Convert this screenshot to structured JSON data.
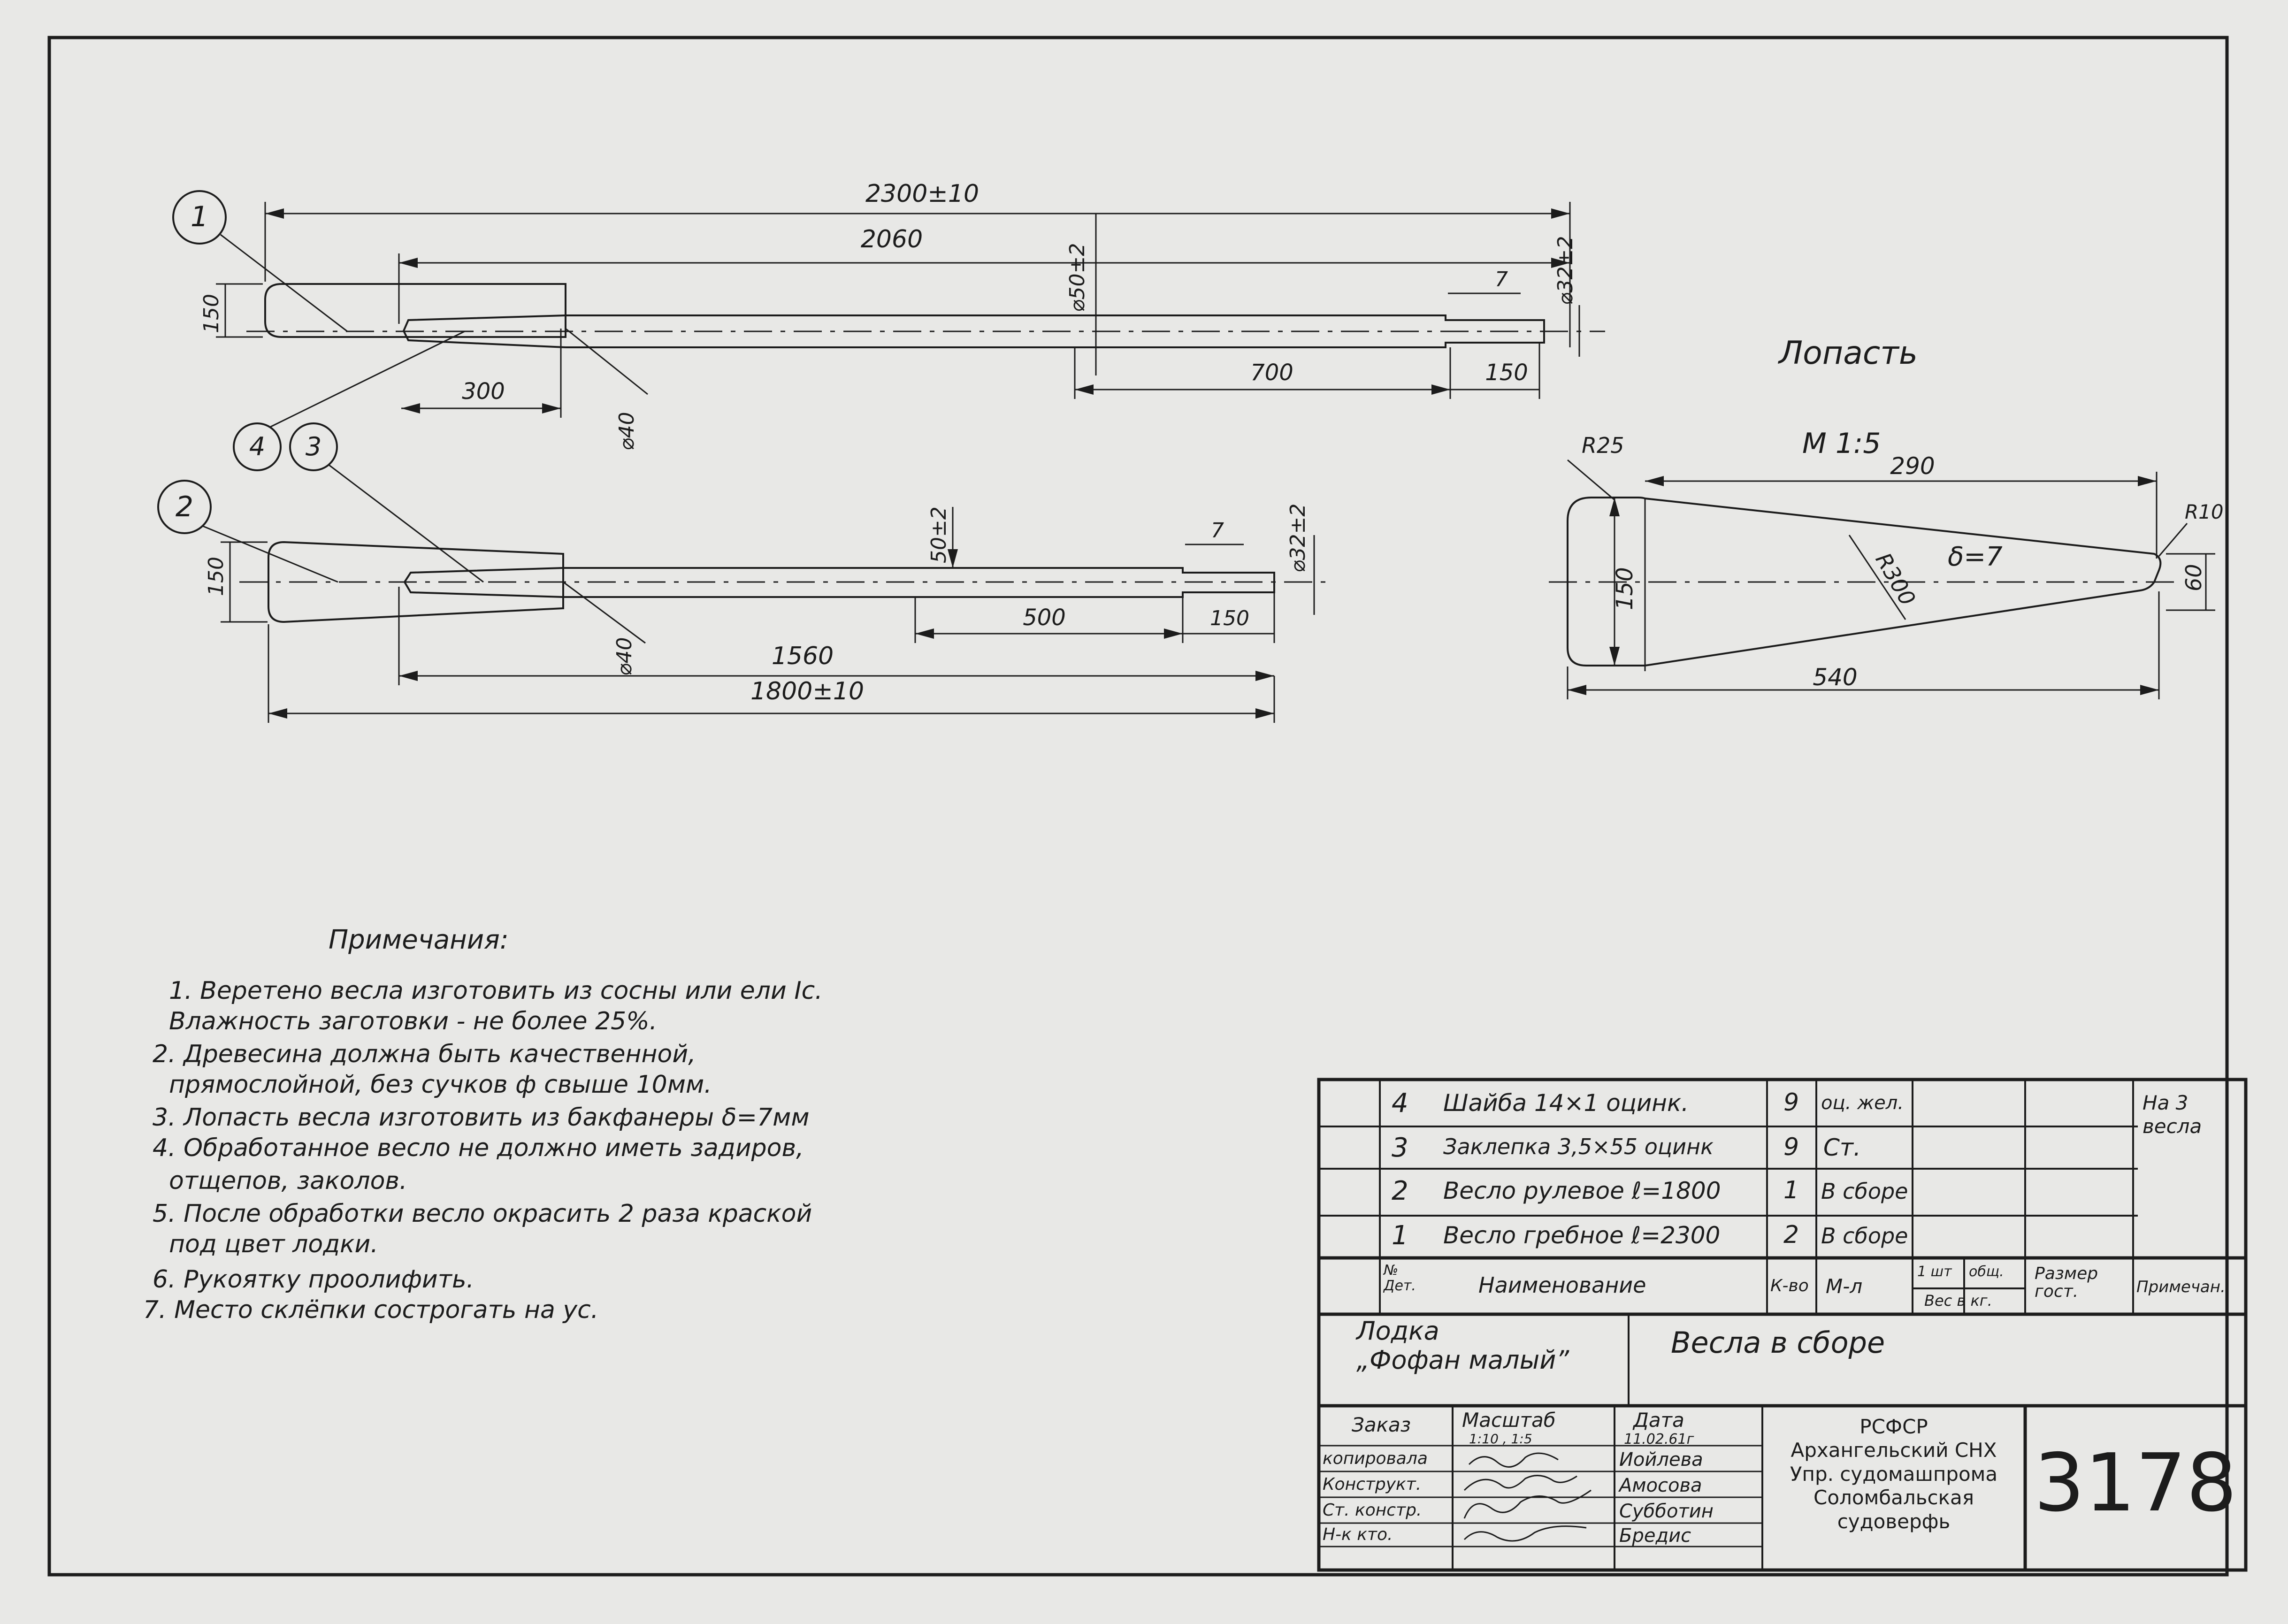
{
  "drawing": {
    "oar1": {
      "callout": "1",
      "total_length": "2300±10",
      "shaft_length": "2060",
      "shaft_dia": "⌀50±2",
      "handle_dia": "⌀32±2",
      "handle_step": "7",
      "blade_width": "150",
      "blade_length": "300",
      "neck_dia": "⌀40",
      "seg_700": "700",
      "seg_150": "150"
    },
    "oar2": {
      "callout": "2",
      "total_length": "1800±10",
      "shaft_length": "1560",
      "shaft_dia": "50±2",
      "handle_dia": "⌀32±2",
      "handle_step": "7",
      "blade_width": "150",
      "neck_dia": "⌀40",
      "seg_500": "500",
      "seg_150": "150"
    },
    "callouts_shared": [
      "4",
      "3"
    ],
    "blade_detail": {
      "title": "Лопасть",
      "scale": "М 1:5",
      "r25": "R25",
      "len290": "290",
      "r10": "R10",
      "thickness": "δ=7",
      "width150": "150",
      "r300": "R300",
      "width60": "60",
      "len540": "540"
    }
  },
  "notes": {
    "heading": "Примечания:",
    "lines": [
      "1.  Веретено весла изготовить из сосны или ели Iс.",
      "Влажность заготовки - не более 25%.",
      "2.  Древесина должна быть качественной,",
      "прямослойной, без сучков ф свыше 10мм.",
      "3.   Лопасть   весла   изготовить  из бакфанеры δ=7мм",
      "4.  Обработанное весло не должно иметь задиров,",
      "отщепов, заколов.",
      "5.  После обработки весло окрасить  2 раза краской",
      "под цвет лодки.",
      "6.   Рукоятку проолифить.",
      "7.    Место  склёпки  сострогать на ус."
    ]
  },
  "parts_table": {
    "rows": [
      {
        "no": "4",
        "name": "Шайба 14×1 оцинк.",
        "qty": "9",
        "material": "оц. жел."
      },
      {
        "no": "3",
        "name": "Заклепка 3,5×55 оцинк",
        "qty": "9",
        "material": "Ст."
      },
      {
        "no": "2",
        "name": "Весло рулевое ℓ=1800",
        "qty": "1",
        "material": "В сборе"
      },
      {
        "no": "1",
        "name": "Весло гребное ℓ=2300",
        "qty": "2",
        "material": "В сборе"
      }
    ],
    "remark": "На 3 весла",
    "header": {
      "no": "№ Дет.",
      "name": "Наименование",
      "qty": "К-во",
      "material": "М-л",
      "one": "1 шт",
      "total": "общ.",
      "weight": "Вес в кг.",
      "size": "Размер гост.",
      "remark": "Примечан."
    }
  },
  "title_block": {
    "product": "Лодка\n„Фофан малый”",
    "title": "Весла в сборе",
    "order_label": "Заказ",
    "scale_label": "Масштаб",
    "scale_value": "1:10 , 1:5",
    "date_label": "Дата",
    "date_value": "11.02.61г",
    "roles": [
      {
        "role": "копировала",
        "name": "Иойлева"
      },
      {
        "role": "Конструкт.",
        "name": "Амосова"
      },
      {
        "role": "Ст. констр.",
        "name": "Субботин"
      },
      {
        "role": "Н-к кто.",
        "name": "Бредис"
      }
    ],
    "org": "РСФСР\nАрхангельский СНХ\nУпр. судомашпрома\nСоломбальская\nсудоверфь",
    "number": "3178"
  }
}
